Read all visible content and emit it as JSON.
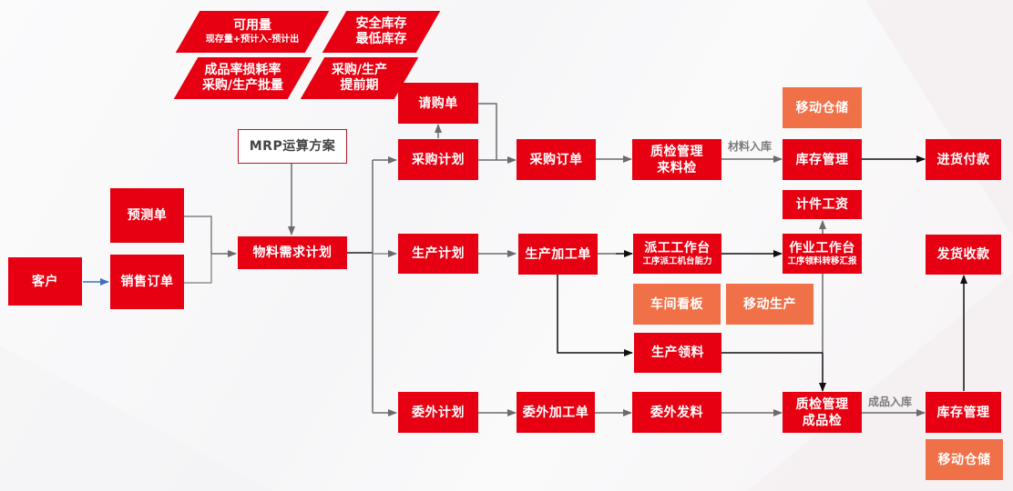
{
  "colors": {
    "primary_red": "#e60012",
    "accent_orange": "#f07047",
    "outline_border": "#b51b2a",
    "connector_gray": "#6b6b6b",
    "connector_black": "#111111",
    "connector_blue": "#3f6fc2"
  },
  "parameters": [
    {
      "title": "可用量",
      "subtitle": "现存量+预计入-预计出"
    },
    {
      "title": "安全库存",
      "subtitle": "最低库存"
    },
    {
      "title": "成品率损耗率",
      "subtitle": "采购/生产批量"
    },
    {
      "title": "采购/生产",
      "subtitle": "提前期"
    }
  ],
  "nodes": {
    "customer": "客户",
    "forecast_order": "预测单",
    "sales_order": "销售订单",
    "mrp_scheme": "MRP运算方案",
    "material_requirement_plan": "物料需求计划",
    "purchase_requisition": "请购单",
    "purchase_plan": "采购计划",
    "purchase_order": "采购订单",
    "incoming_qc": {
      "title": "质检管理",
      "subtitle": "来料检"
    },
    "mobile_warehouse_top": "移动仓储",
    "inventory_top": "库存管理",
    "receive_payment": "进货付款",
    "piece_wage": "计件工资",
    "production_plan": "生产计划",
    "production_order": "生产加工单",
    "dispatch_workbench": {
      "title": "派工工作台",
      "subtitle": "工序派工机台能力"
    },
    "operation_workbench": {
      "title": "作业工作台",
      "subtitle": "工序领料转移汇报"
    },
    "delivery_collection": "发货收款",
    "workshop_board": "车间看板",
    "mobile_production": "移动生产",
    "production_material_issue": "生产领料",
    "outsource_plan": "委外计划",
    "outsource_order": "委外加工单",
    "outsource_issue": "委外发料",
    "finished_qc": {
      "title": "质检管理",
      "subtitle": "成品检"
    },
    "inventory_bottom": "库存管理",
    "mobile_warehouse_bottom": "移动仓储"
  },
  "edge_labels": {
    "material_inbound": "材料入库",
    "finished_inbound": "成品入库"
  }
}
